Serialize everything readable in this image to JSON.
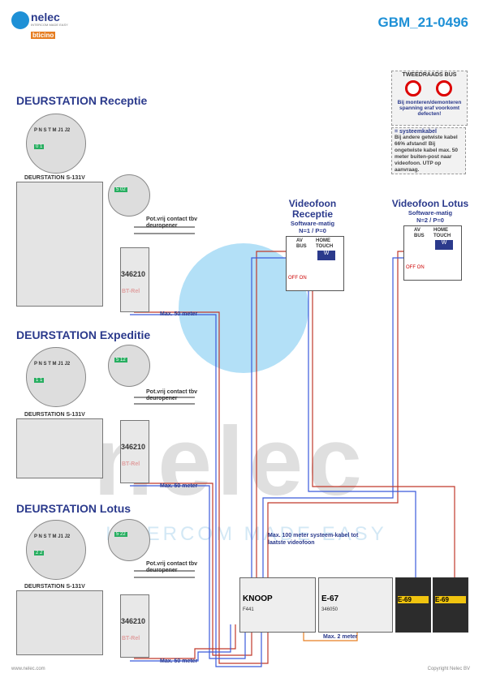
{
  "header": {
    "brand": "nelec",
    "brand_tagline": "INTERCOM MADE EASY",
    "partner": "bticino",
    "code": "GBM_21-0496"
  },
  "info": {
    "tweedraads_title": "TWEEDRAADS BUS",
    "tweedraads_warning": "Bij monteren/demonteren spanning eraf voorkomt defecten!",
    "systeemkabel_label": "= systeemkabel",
    "systeemkabel_text": "Bij andere getwiste kabel 66% afstand! Bij ongetwiste kabel max. 50 meter buiten-post naar videofoon. UTP op aanvraag."
  },
  "stations": [
    {
      "title": "DEURSTATION Receptie",
      "model": "DEURSTATION S-131V",
      "terminals": [
        "P",
        "N",
        "S",
        "T",
        "M",
        "J1",
        "J2"
      ],
      "config": [
        "0",
        "1"
      ],
      "relay_config": [
        "5",
        "0",
        "2"
      ],
      "contact": "Pot.vrij contact tbv deuropener",
      "distance": "Max. 50 meter"
    },
    {
      "title": "DEURSTATION Expeditie",
      "model": "DEURSTATION S-131V",
      "terminals": [
        "P",
        "N",
        "S",
        "T",
        "M",
        "J1",
        "J2"
      ],
      "config": [
        "1",
        "1"
      ],
      "relay_config": [
        "5",
        "1",
        "2"
      ],
      "contact": "Pot.vrij contact tbv deuropener",
      "distance": "Max. 50 meter"
    },
    {
      "title": "DEURSTATION Lotus",
      "model": "DEURSTATION S-131V",
      "terminals": [
        "P",
        "N",
        "S",
        "T",
        "M",
        "J1",
        "J2"
      ],
      "config": [
        "2",
        "2"
      ],
      "relay_config": [
        "5",
        "2",
        "2"
      ],
      "contact": "Pot.vrij contact tbv deuropener",
      "distance": "Max. 50 meter"
    }
  ],
  "relay": {
    "code": "346210",
    "name": "BT-Rel"
  },
  "videophones": [
    {
      "title": "Videofoon Receptie",
      "sub1": "Software-matig",
      "sub2": "N=1 / P=0",
      "bus": "AV BUS",
      "screen": "HOME TOUCH",
      "btn": "W",
      "switch": "OFF ON"
    },
    {
      "title": "Videofoon Lotus",
      "sub1": "Software-matig",
      "sub2": "N=2 / P=0",
      "bus": "AV BUS",
      "screen": "HOME TOUCH",
      "btn": "W",
      "switch": "OFF ON"
    }
  ],
  "central": {
    "knoop": "KNOOP",
    "knoop_code": "F441",
    "e67": "E-67",
    "e67_code": "346050",
    "e69a": "E-69",
    "e69b": "E-69",
    "max100": "Max. 100 meter systeem-kabel tot laatste videofoon",
    "max2": "Max. 2 meter"
  },
  "footer": {
    "left": "www.nelec.com",
    "right": "Copyright Nelec BV"
  },
  "watermark": {
    "big": "nelec",
    "small": "INTERCOM MADE EASY"
  },
  "colors": {
    "accent": "#1e90d6",
    "title": "#2b3a8c",
    "wire_red": "#c0392b",
    "wire_blue": "#3b5bdb",
    "relay_green": "#27ae60"
  }
}
